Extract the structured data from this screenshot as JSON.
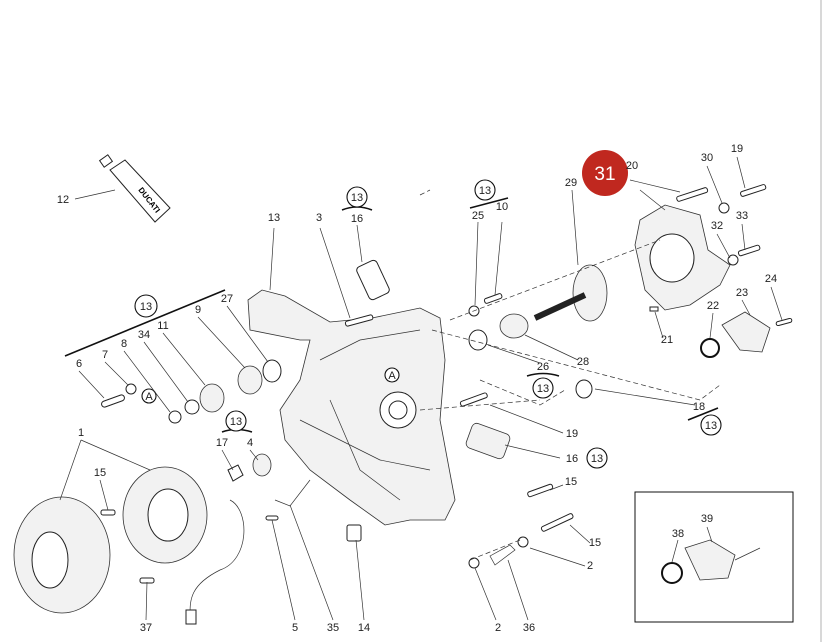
{
  "diagram": {
    "highlight_callout": "31",
    "highlight_color": "#c0281f",
    "tube_brand": "DUCATI",
    "group_ref": "13",
    "ref_marker": "A",
    "labels": [
      "12",
      "13",
      "3",
      "16",
      "25",
      "10",
      "29",
      "31",
      "20",
      "30",
      "19",
      "33",
      "32",
      "24",
      "22",
      "23",
      "21",
      "28",
      "26",
      "18",
      "19",
      "16",
      "15",
      "15",
      "2",
      "2",
      "36",
      "14",
      "35",
      "5",
      "37",
      "15",
      "1",
      "17",
      "4",
      "6",
      "7",
      "8",
      "34",
      "11",
      "9",
      "27",
      "38",
      "39"
    ]
  }
}
